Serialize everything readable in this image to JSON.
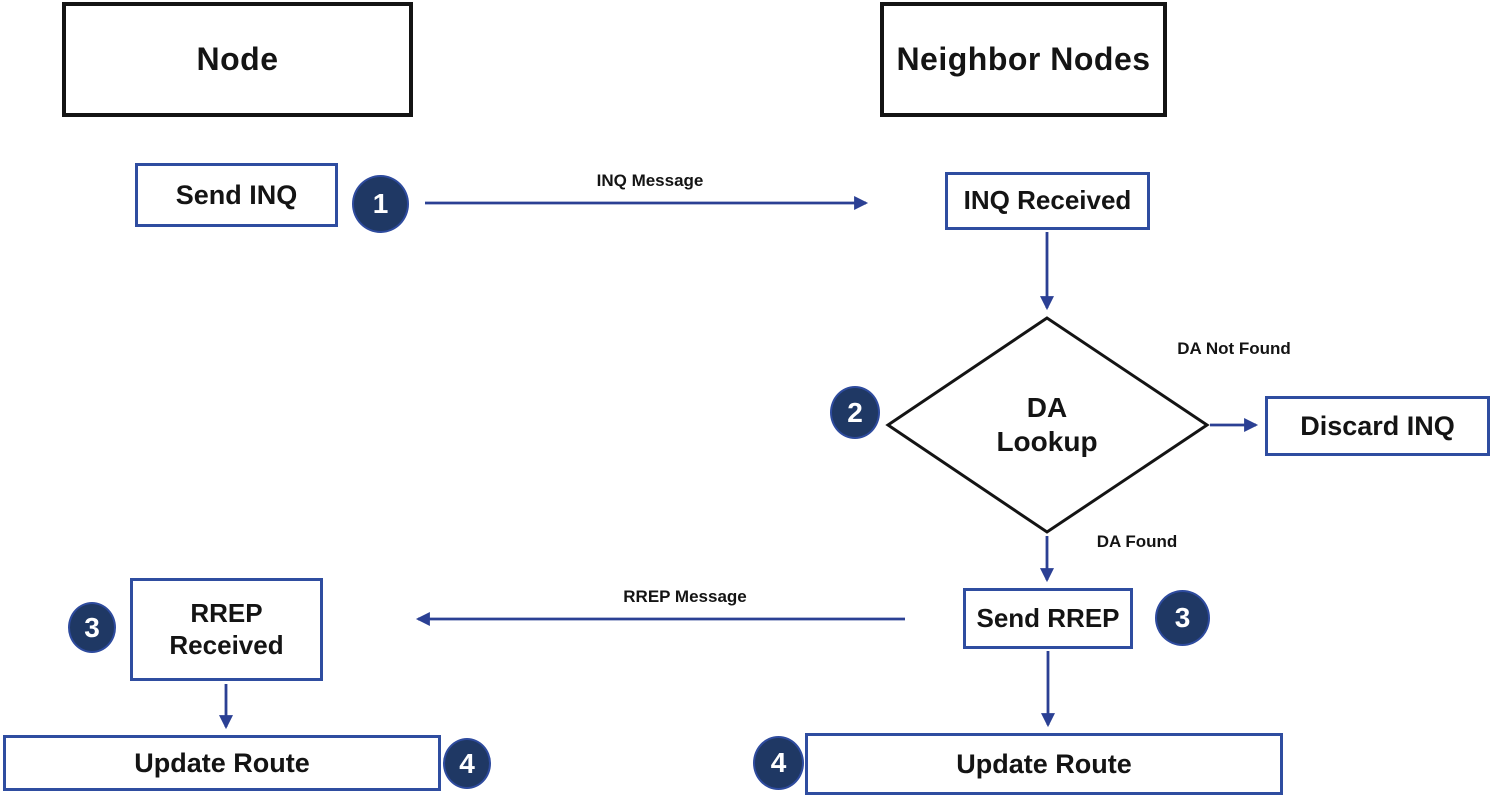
{
  "diagram": {
    "lanes": {
      "left": "Node",
      "right": "Neighbor Nodes"
    },
    "steps": {
      "send_inq": "Send INQ",
      "inq_received": "INQ Received",
      "da_lookup": "DA Lookup",
      "discard_inq": "Discard INQ",
      "send_rrep": "Send RREP",
      "rrep_received": "RREP Received",
      "update_route_left": "Update Route",
      "update_route_right": "Update Route"
    },
    "edge_labels": {
      "inq_message": "INQ Message",
      "rrep_message": "RREP Message",
      "da_not_found": "DA Not Found",
      "da_found": "DA Found"
    },
    "markers": {
      "one": "1",
      "two": "2",
      "three_left": "3",
      "three_right": "3",
      "four_left": "4",
      "four_right": "4"
    },
    "colors": {
      "connector_blue": "#2b4094",
      "box_border_blue": "#2f4da0",
      "circle_fill": "#1f3864",
      "circle_ring": "#2e4b9e",
      "outline_black": "#141414"
    }
  }
}
